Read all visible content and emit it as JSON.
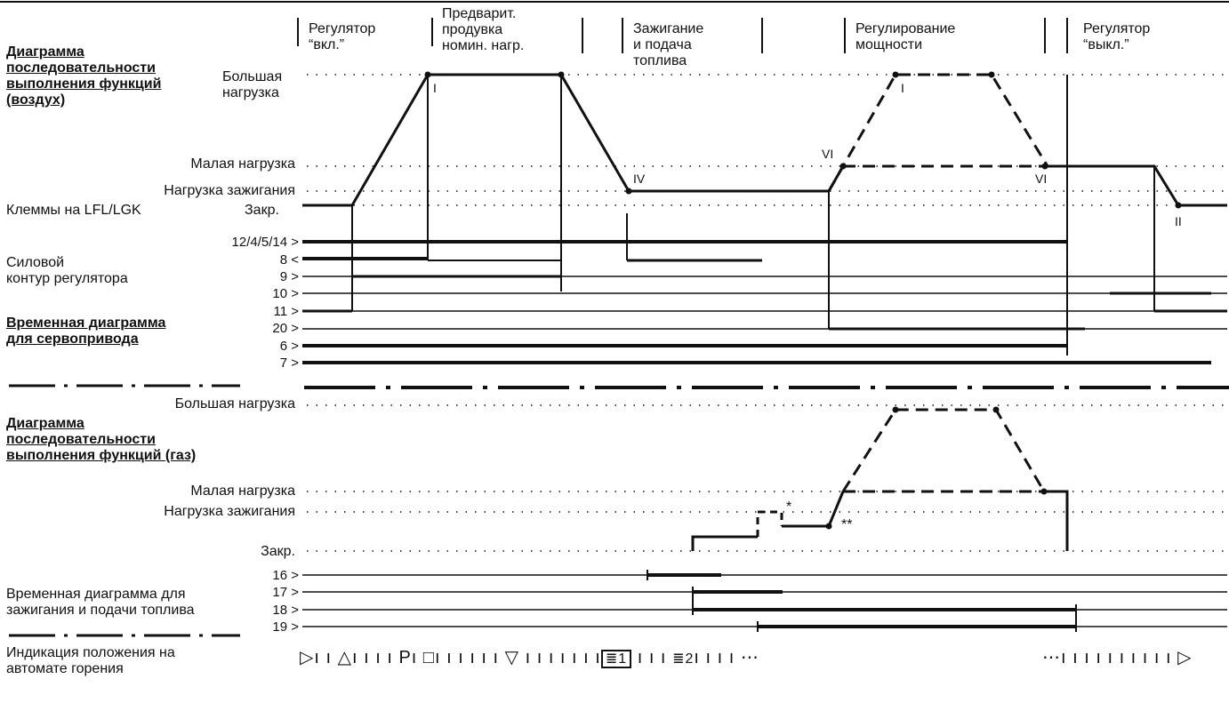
{
  "phases": [
    {
      "line1": "Регулятор",
      "line2": "“вкл.”",
      "line3": ""
    },
    {
      "line1": "Предварит.",
      "line2": "продувка",
      "line3": "номин. нагр."
    },
    {
      "line1": "Зажигание",
      "line2": "и подача",
      "line3": "топлива"
    },
    {
      "line1": "Регулирование",
      "line2": "мощности",
      "line3": ""
    },
    {
      "line1": "Регулятор",
      "line2": "“выкл.”",
      "line3": ""
    }
  ],
  "air_title": [
    "Диаграмма",
    "последовательности",
    "выполнения функций",
    "(воздух)"
  ],
  "gas_title": [
    "Диаграмма",
    "последовательности",
    "выполнения функций (газ)"
  ],
  "servo_title": [
    "Временная диаграмма",
    "для сервопривода"
  ],
  "power_circuit": [
    "Силовой",
    "контур регулятора"
  ],
  "ignition_title": [
    "Временная диаграмма для",
    "зажигания и подачи топлива"
  ],
  "indication_title": [
    "Индикация положения на",
    "автомате горения"
  ],
  "air_levels": {
    "high1": "Большая",
    "high2": "нагрузка",
    "low": "Малая нагрузка",
    "ignition": "Нагрузка зажигания",
    "terminals": "Клеммы на LFL/LGK",
    "closed": "Закр."
  },
  "gas_levels": {
    "high": "Большая нагрузка",
    "low": "Малая нагрузка",
    "ignition": "Нагрузка зажигания",
    "closed": "Закр."
  },
  "servo_terminals": [
    "12/4/5/14 >",
    "8 <",
    "9 >",
    "10 >",
    "11 >",
    "20 >",
    "6 >",
    "7 >"
  ],
  "ignition_terminals": [
    "16 >",
    "17 >",
    "18 >",
    "19 >"
  ],
  "markers": {
    "I_a": "I",
    "I_b": "I",
    "IV": "IV",
    "VI_a": "VI",
    "VI_b": "VI",
    "II": "II",
    "star1": "*",
    "star2": "**"
  },
  "indication": {
    "seq1": "▷ı ı △ı ı ı ı Pı □ı ı ı ı ı ı ▽ ı ı ı ı ı ı ı",
    "b1": "1",
    "mid": "ı ı ı",
    "b2": "2",
    "tail1": "ı ı ı ı ⋯",
    "tail2": "⋯ı ı ı ı ı ı ı ı ı ı ▷"
  }
}
